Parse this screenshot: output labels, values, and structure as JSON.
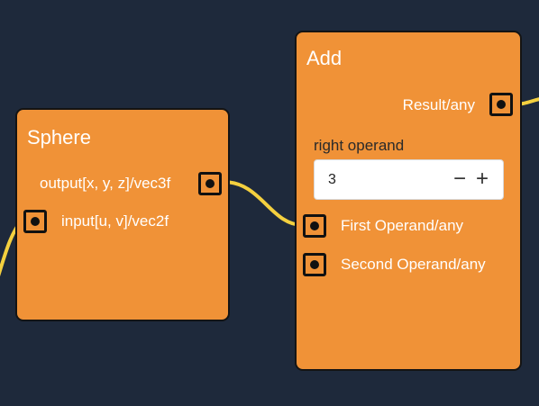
{
  "colors": {
    "background": "#1e293b",
    "node": "#f09237",
    "wire": "#f4d03f"
  },
  "nodes": {
    "sphere": {
      "title": "Sphere",
      "outputs": [
        {
          "label": "output[x, y, z]/vec3f"
        }
      ],
      "inputs": [
        {
          "label": "input[u, v]/vec2f"
        }
      ]
    },
    "add": {
      "title": "Add",
      "outputs": [
        {
          "label": "Result/any"
        }
      ],
      "control": {
        "label": "right operand",
        "value": "3",
        "decrement_icon": "minus-icon",
        "increment_icon": "plus-icon"
      },
      "inputs": [
        {
          "label": "First Operand/any"
        },
        {
          "label": "Second Operand/any"
        }
      ]
    }
  }
}
